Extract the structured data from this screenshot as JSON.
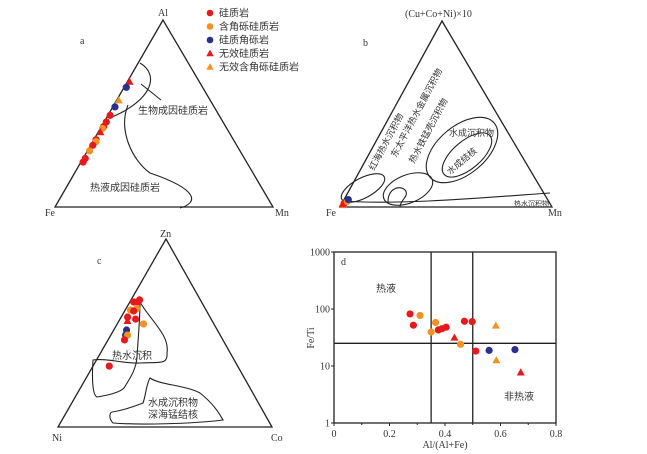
{
  "colors": {
    "red": "#e8191c",
    "orange": "#f39222",
    "blue": "#2a2f8f"
  },
  "legend": [
    {
      "label": "硅质岩",
      "marker": "circle",
      "color": "red"
    },
    {
      "label": "含角砾硅质岩",
      "marker": "circle",
      "color": "orange"
    },
    {
      "label": "硅质角砾岩",
      "marker": "circle",
      "color": "blue"
    },
    {
      "label": "无效硅质岩",
      "marker": "triangle",
      "color": "red"
    },
    {
      "label": "无效含角砾硅质岩",
      "marker": "triangle",
      "color": "orange"
    }
  ],
  "chart_data": [
    {
      "type": "scatter",
      "subtype": "ternary",
      "panel": "a",
      "vertices": {
        "top": "Al",
        "left": "Fe",
        "right": "Mn"
      },
      "regions": [
        "生物成因硅质岩",
        "热液成因硅质岩"
      ],
      "points": [
        {
          "top": 0.67,
          "right": 0.01,
          "marker": "triangle",
          "color": "red"
        },
        {
          "top": 0.64,
          "right": 0.01,
          "marker": "circle",
          "color": "blue"
        },
        {
          "top": 0.57,
          "right": 0.01,
          "marker": "triangle",
          "color": "orange"
        },
        {
          "top": 0.535,
          "right": 0.01,
          "marker": "circle",
          "color": "blue"
        },
        {
          "top": 0.49,
          "right": 0.01,
          "marker": "circle",
          "color": "red"
        },
        {
          "top": 0.455,
          "right": 0.01,
          "marker": "circle",
          "color": "red"
        },
        {
          "top": 0.43,
          "right": 0.01,
          "marker": "circle",
          "color": "red"
        },
        {
          "top": 0.42,
          "right": 0.01,
          "marker": "circle",
          "color": "orange"
        },
        {
          "top": 0.4,
          "right": 0.01,
          "marker": "triangle",
          "color": "red"
        },
        {
          "top": 0.36,
          "right": 0.01,
          "marker": "circle",
          "color": "red"
        },
        {
          "top": 0.35,
          "right": 0.015,
          "marker": "circle",
          "color": "orange"
        },
        {
          "top": 0.33,
          "right": 0.01,
          "marker": "circle",
          "color": "red"
        },
        {
          "top": 0.3,
          "right": 0.01,
          "marker": "circle",
          "color": "orange"
        },
        {
          "top": 0.26,
          "right": 0.01,
          "marker": "circle",
          "color": "red"
        },
        {
          "top": 0.24,
          "right": 0.01,
          "marker": "circle",
          "color": "red"
        }
      ]
    },
    {
      "type": "scatter",
      "subtype": "ternary",
      "panel": "b",
      "vertices": {
        "top": "(Cu+Co+Ni)×10",
        "left": "Fe",
        "right": "Mn"
      },
      "regions": [
        "红海热水沉积物",
        "东太平洋热水金属沉积物",
        "热水铁锰壳沉积物",
        "水成沉积物",
        "水成结核",
        "热水沉积物"
      ],
      "points": [
        {
          "top": 0.02,
          "right": 0.01,
          "marker": "circle",
          "color": "red"
        },
        {
          "top": 0.03,
          "right": 0.02,
          "marker": "circle",
          "color": "orange"
        },
        {
          "top": 0.04,
          "right": 0.02,
          "marker": "circle",
          "color": "blue"
        },
        {
          "top": 0.01,
          "right": 0.01,
          "marker": "triangle",
          "color": "orange"
        },
        {
          "top": 0.015,
          "right": 0.005,
          "marker": "triangle",
          "color": "red"
        }
      ]
    },
    {
      "type": "scatter",
      "subtype": "ternary",
      "panel": "c",
      "vertices": {
        "top": "Zn",
        "left": "Ni",
        "right": "Co"
      },
      "regions": [
        "热水沉积",
        "水成沉积物",
        "深海锰结核"
      ],
      "points": [
        {
          "top": 0.665,
          "right": 0.018,
          "marker": "circle",
          "color": "red"
        },
        {
          "top": 0.665,
          "right": 0.036,
          "marker": "circle",
          "color": "red"
        },
        {
          "top": 0.676,
          "right": 0.04,
          "marker": "circle",
          "color": "red"
        },
        {
          "top": 0.63,
          "right": 0.05,
          "marker": "circle",
          "color": "orange"
        },
        {
          "top": 0.622,
          "right": 0.025,
          "marker": "circle",
          "color": "orange"
        },
        {
          "top": 0.617,
          "right": 0.042,
          "marker": "circle",
          "color": "red"
        },
        {
          "top": 0.585,
          "right": 0.03,
          "marker": "circle",
          "color": "red"
        },
        {
          "top": 0.574,
          "right": 0.073,
          "marker": "circle",
          "color": "red"
        },
        {
          "top": 0.564,
          "right": 0.04,
          "marker": "triangle",
          "color": "red"
        },
        {
          "top": 0.548,
          "right": 0.123,
          "marker": "circle",
          "color": "orange"
        },
        {
          "top": 0.516,
          "right": 0.06,
          "marker": "circle",
          "color": "blue"
        },
        {
          "top": 0.489,
          "right": 0.069,
          "marker": "circle",
          "color": "blue"
        },
        {
          "top": 0.489,
          "right": 0.078,
          "marker": "circle",
          "color": "orange"
        },
        {
          "top": 0.463,
          "right": 0.077,
          "marker": "circle",
          "color": "red"
        },
        {
          "top": 0.324,
          "right": 0.076,
          "marker": "circle",
          "color": "red"
        }
      ]
    },
    {
      "type": "scatter",
      "panel": "d",
      "xlabel": "Al/(Al+Fe)",
      "ylabel": "Fe/Ti",
      "xlim": [
        0,
        0.8
      ],
      "ylim": [
        1,
        1000
      ],
      "yscale": "log",
      "xticks": [
        "0",
        "0.2",
        "0.4",
        "0.6",
        "0.8"
      ],
      "yticks": [
        "1",
        "10",
        "100",
        "1000"
      ],
      "xtick_values": [
        0,
        0.2,
        0.4,
        0.6,
        0.8
      ],
      "ytick_values": [
        1,
        10,
        100,
        1000
      ],
      "dividers": {
        "x": [
          0.35,
          0.5
        ],
        "y": [
          25
        ]
      },
      "region_labels": [
        "热液",
        "非热液"
      ],
      "points": [
        {
          "x": 0.274,
          "y": 82,
          "marker": "circle",
          "color": "red"
        },
        {
          "x": 0.286,
          "y": 52,
          "marker": "circle",
          "color": "red"
        },
        {
          "x": 0.376,
          "y": 43,
          "marker": "circle",
          "color": "red"
        },
        {
          "x": 0.389,
          "y": 45,
          "marker": "circle",
          "color": "red"
        },
        {
          "x": 0.404,
          "y": 48,
          "marker": "circle",
          "color": "red"
        },
        {
          "x": 0.47,
          "y": 61,
          "marker": "circle",
          "color": "red"
        },
        {
          "x": 0.498,
          "y": 60,
          "marker": "circle",
          "color": "red"
        },
        {
          "x": 0.511,
          "y": 18.3,
          "marker": "circle",
          "color": "red"
        },
        {
          "x": 0.31,
          "y": 77,
          "marker": "circle",
          "color": "orange"
        },
        {
          "x": 0.366,
          "y": 58,
          "marker": "circle",
          "color": "orange"
        },
        {
          "x": 0.35,
          "y": 39.5,
          "marker": "circle",
          "color": "orange"
        },
        {
          "x": 0.456,
          "y": 24,
          "marker": "circle",
          "color": "orange"
        },
        {
          "x": 0.559,
          "y": 18.8,
          "marker": "circle",
          "color": "blue"
        },
        {
          "x": 0.652,
          "y": 19.4,
          "marker": "circle",
          "color": "blue"
        },
        {
          "x": 0.434,
          "y": 31.4,
          "marker": "triangle",
          "color": "red"
        },
        {
          "x": 0.673,
          "y": 7.7,
          "marker": "triangle",
          "color": "red"
        },
        {
          "x": 0.583,
          "y": 51,
          "marker": "triangle",
          "color": "orange"
        },
        {
          "x": 0.585,
          "y": 12.6,
          "marker": "triangle",
          "color": "orange"
        }
      ]
    }
  ]
}
